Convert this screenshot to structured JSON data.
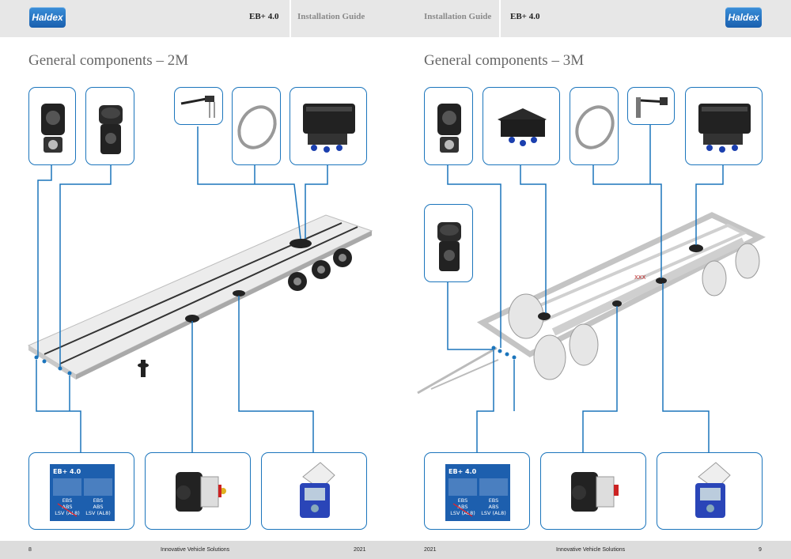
{
  "header": {
    "left": {
      "logo": "Haldex",
      "product": "EB+ 4.0",
      "guide": "Installation Guide"
    },
    "right": {
      "logo": "Haldex",
      "product": "EB+ 4.0",
      "guide": "Installation Guide"
    }
  },
  "left_page": {
    "title": "General components – 2M"
  },
  "right_page": {
    "title": "General components – 3M"
  },
  "label_card": {
    "logo": "EB+ 4.0",
    "left_lines": [
      "EBS",
      "ABS",
      "LSV (AL8)"
    ],
    "right_lines": [
      "EBS",
      "ABS",
      "LSV (AL8)"
    ]
  },
  "trailer": {
    "marking": "XXX"
  },
  "footer": {
    "left": {
      "page": "8",
      "tagline": "Innovative Vehicle Solutions",
      "year": "2021"
    },
    "right": {
      "page": "9",
      "tagline": "Innovative Vehicle Solutions",
      "year": "2021"
    }
  },
  "colors": {
    "accent": "#1b75bc",
    "header_bg": "#e7e7e7",
    "footer_bg": "#dcdcdc",
    "logo": "#1a5fae"
  }
}
